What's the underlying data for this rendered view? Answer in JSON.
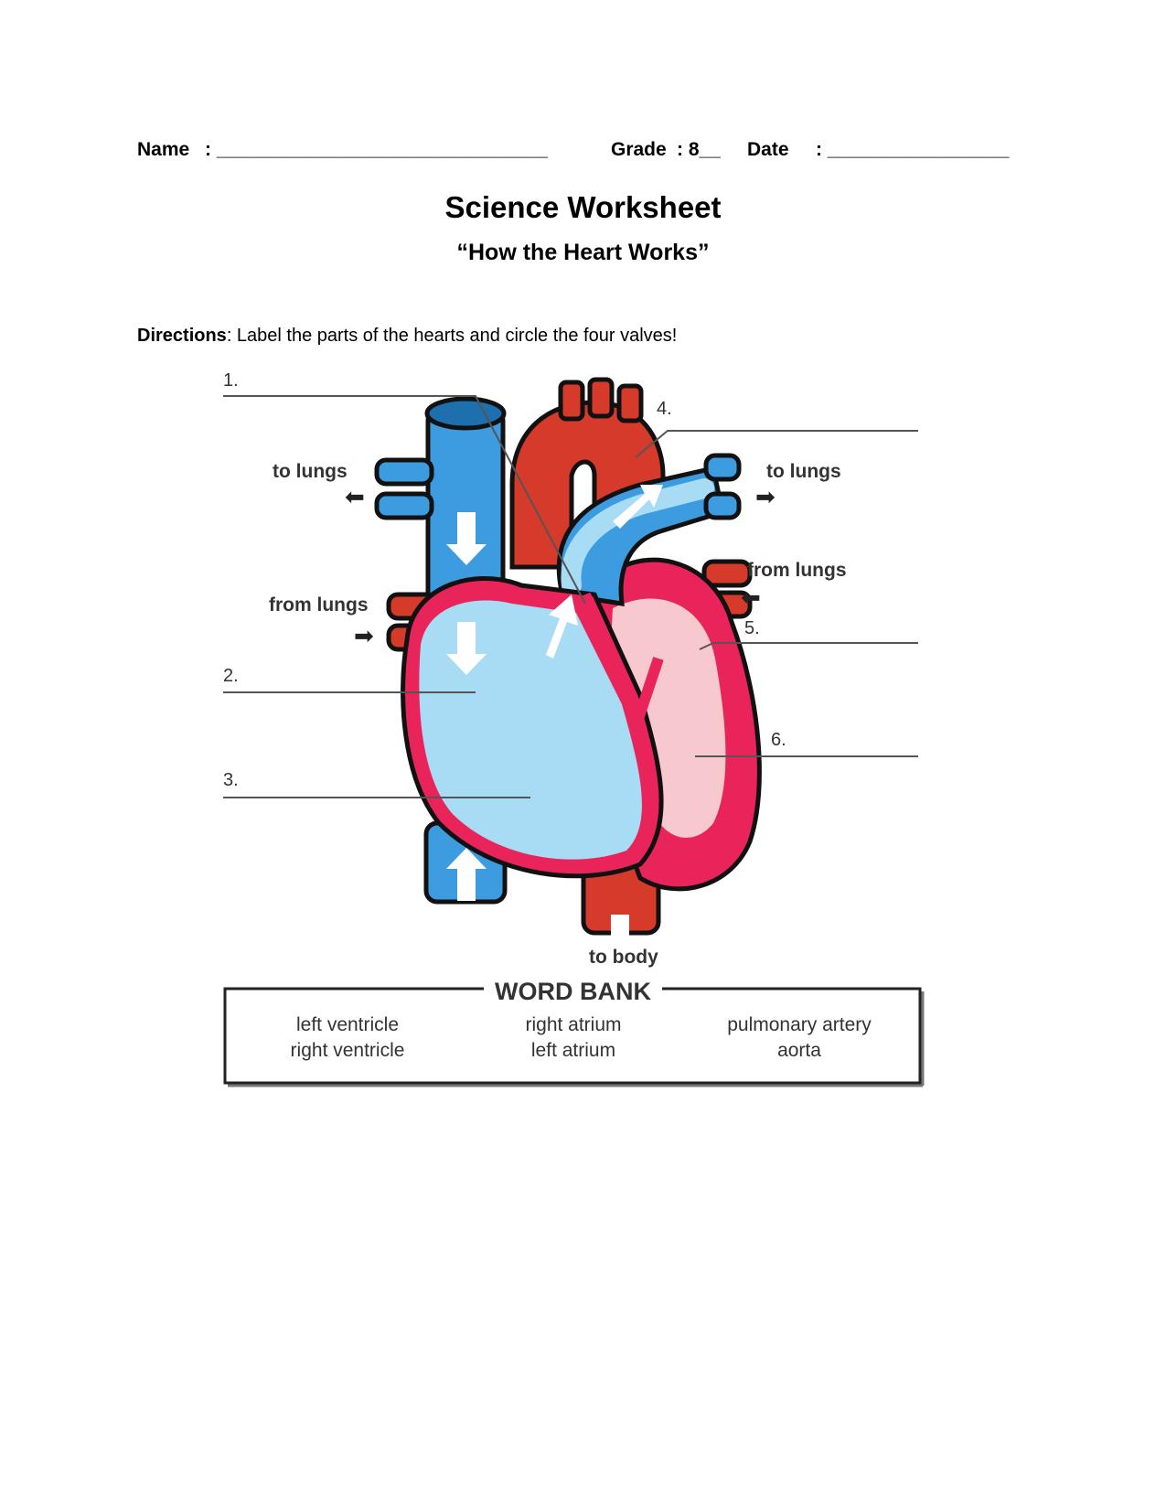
{
  "header": {
    "name_label": "Name",
    "name_field": ": _______________________________",
    "grade_label": "Grade",
    "grade_value": ": 8__",
    "date_label": "Date",
    "date_field": ": _________________"
  },
  "title": "Science Worksheet",
  "subtitle": "“How the Heart Works”",
  "directions": {
    "label": "Directions",
    "text": ": Label the parts of the hearts and circle the four valves!"
  },
  "diagram": {
    "numbers": [
      "1.",
      "2.",
      "3.",
      "4.",
      "5.",
      "6."
    ],
    "flow_labels": {
      "to_lungs_left": "to lungs",
      "to_lungs_right": "to lungs",
      "from_lungs_left": "from lungs",
      "from_lungs_right": "from lungs",
      "to_body": "to body"
    },
    "colors": {
      "deoxygenated_blue": "#3d9be0",
      "light_blue": "#a8dcf5",
      "oxygenated_red": "#d63a2a",
      "wall_pink": "#e8245a",
      "chamber_pink": "#f7c9cf"
    }
  },
  "word_bank": {
    "title": "WORD BANK",
    "columns": [
      [
        "left ventricle",
        "right ventricle"
      ],
      [
        "right atrium",
        "left atrium"
      ],
      [
        "pulmonary artery",
        "aorta"
      ]
    ]
  }
}
